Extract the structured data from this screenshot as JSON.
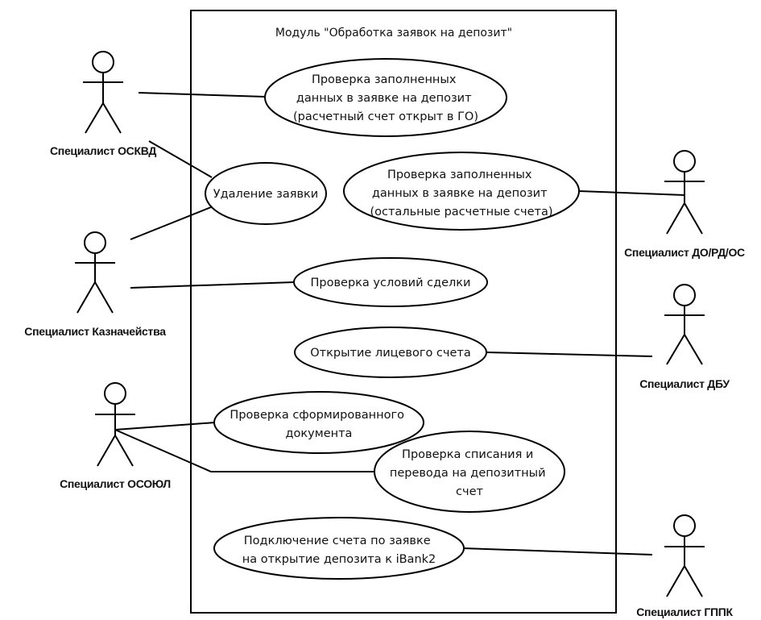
{
  "system": {
    "title": "Модуль \"Обработка заявок на депозит\""
  },
  "actors": {
    "osked": "Специалист ОСКВД",
    "treasury": "Специалист Казначейства",
    "osoyul": "Специалист ОСОЮЛ",
    "do_rd_os": "Специалист ДО/РД/ОС",
    "dbu": "Специалист ДБУ",
    "gppk": "Специалист ГППК"
  },
  "use_cases": {
    "check_data_go": [
      "Проверка заполненных",
      "данных в заявке на депозит",
      "(расчетный счет открыт в ГО)"
    ],
    "delete_request": [
      "Удаление заявки"
    ],
    "check_data_other": [
      "Проверка заполненных",
      "данных в заявке на депозит",
      "(остальные расчетные счета)"
    ],
    "check_terms": [
      "Проверка условий сделки"
    ],
    "open_personal_account": [
      "Открытие лицевого счета"
    ],
    "check_document": [
      "Проверка сформированного",
      "документа"
    ],
    "check_debit_transfer": [
      "Проверка списания и",
      "перевода на депозитный",
      "счет"
    ],
    "connect_ibank": [
      "Подключение счета по заявке",
      "на открытие депозита к iBank2"
    ]
  }
}
